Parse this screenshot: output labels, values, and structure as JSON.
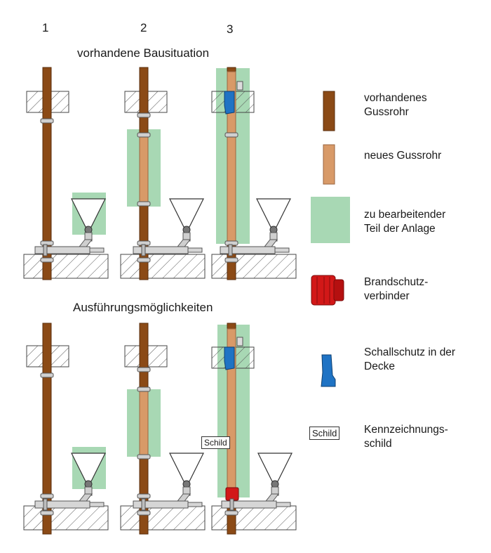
{
  "columns": [
    "1",
    "2",
    "3"
  ],
  "section_existing": "vorhandene Bausituation",
  "section_options": "Ausführungsmöglichkeiten",
  "sign_text": "Schild",
  "legend": {
    "old_pipe": {
      "label": "vorhandenes\nGussrohr",
      "icon": "brown-pipe-icon"
    },
    "new_pipe": {
      "label": "neues Gussrohr",
      "icon": "tan-pipe-icon"
    },
    "work_area": {
      "label": "zu  bearbeitender\nTeil der Anlage",
      "icon": "green-area-icon"
    },
    "fire_connector": {
      "label": "Brandschutz-\nverbinder",
      "icon": "red-connector-icon"
    },
    "sound_protection": {
      "label": "Schallschutz in der\nDecke",
      "icon": "blue-sleeve-icon"
    },
    "sign": {
      "label": "Kennzeichnungs-\nschild",
      "sample": "Schild",
      "icon": "sign-icon"
    }
  },
  "colors": {
    "old_pipe": "#8b4a16",
    "new_pipe": "#d89a68",
    "work_area": "#a8d8b4",
    "fire_connector": "#d21818",
    "sound_protection": "#1f73c4",
    "slab_hatch": "#555555"
  }
}
